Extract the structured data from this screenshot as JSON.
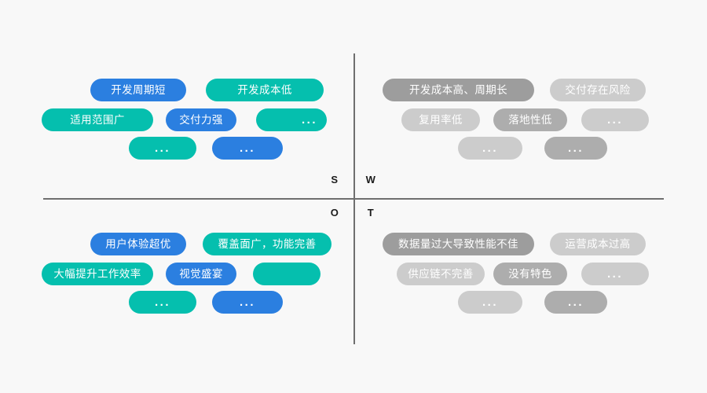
{
  "diagram": {
    "type": "swot-matrix",
    "background_color": "#f8f8f8",
    "axis_color": "#6f6f6f",
    "quadrant_letters": {
      "strengths": "S",
      "weaknesses": "W",
      "opportunities": "O",
      "threats": "T"
    },
    "palette": {
      "blue": "#2b7fe0",
      "teal": "#05bfae",
      "gray_dark": "#9d9d9d",
      "gray_mid": "#adadad",
      "gray_light": "#cccccc"
    },
    "ellipsis": "...",
    "quadrants": {
      "strengths": {
        "letter": "S",
        "items": [
          {
            "label": "开发周期短",
            "color": "blue"
          },
          {
            "label": "开发成本低",
            "color": "teal"
          },
          {
            "label": "适用范围广",
            "color": "teal"
          },
          {
            "label": "交付力强",
            "color": "blue"
          },
          {
            "label": "...",
            "color": "teal"
          },
          {
            "label": "...",
            "color": "teal"
          },
          {
            "label": "...",
            "color": "blue"
          }
        ]
      },
      "weaknesses": {
        "letter": "W",
        "items": [
          {
            "label": "开发成本高、周期长",
            "color": "gray_dark"
          },
          {
            "label": "交付存在风险",
            "color": "gray_light"
          },
          {
            "label": "复用率低",
            "color": "gray_light"
          },
          {
            "label": "落地性低",
            "color": "gray_mid"
          },
          {
            "label": "...",
            "color": "gray_light"
          },
          {
            "label": "...",
            "color": "gray_light"
          },
          {
            "label": "...",
            "color": "gray_mid"
          }
        ]
      },
      "opportunities": {
        "letter": "O",
        "items": [
          {
            "label": "用户体验超优",
            "color": "blue"
          },
          {
            "label": "覆盖面广，功能完善",
            "color": "teal"
          },
          {
            "label": "大幅提升工作效率",
            "color": "teal"
          },
          {
            "label": "视觉盛宴",
            "color": "blue"
          },
          {
            "label": "",
            "color": "teal"
          },
          {
            "label": "...",
            "color": "teal"
          },
          {
            "label": "...",
            "color": "blue"
          }
        ]
      },
      "threats": {
        "letter": "T",
        "items": [
          {
            "label": "数据量过大导致性能不佳",
            "color": "gray_dark"
          },
          {
            "label": "运营成本过高",
            "color": "gray_light"
          },
          {
            "label": "供应链不完善",
            "color": "gray_light"
          },
          {
            "label": "没有特色",
            "color": "gray_mid"
          },
          {
            "label": "...",
            "color": "gray_light"
          },
          {
            "label": "...",
            "color": "gray_light"
          },
          {
            "label": "...",
            "color": "gray_mid"
          }
        ]
      }
    }
  }
}
